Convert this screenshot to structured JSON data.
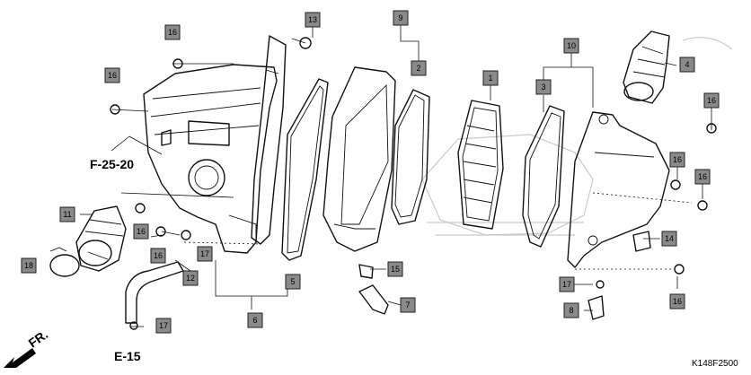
{
  "diagram": {
    "code": "K148F2500",
    "refs": {
      "f25": "F-25-20",
      "e15": "E-15",
      "fr": "FR."
    },
    "callouts": [
      {
        "id": "c13",
        "n": "13"
      },
      {
        "id": "c9",
        "n": "9"
      },
      {
        "id": "c10",
        "n": "10"
      },
      {
        "id": "c16a",
        "n": "16"
      },
      {
        "id": "c16b",
        "n": "16"
      },
      {
        "id": "c1",
        "n": "1"
      },
      {
        "id": "c2",
        "n": "2"
      },
      {
        "id": "c3",
        "n": "3"
      },
      {
        "id": "c4",
        "n": "4"
      },
      {
        "id": "c16c",
        "n": "16"
      },
      {
        "id": "c16d",
        "n": "16"
      },
      {
        "id": "c16e",
        "n": "16"
      },
      {
        "id": "c11",
        "n": "11"
      },
      {
        "id": "c16f",
        "n": "16"
      },
      {
        "id": "c17a",
        "n": "17"
      },
      {
        "id": "c16g",
        "n": "16"
      },
      {
        "id": "c18",
        "n": "18"
      },
      {
        "id": "c12",
        "n": "12"
      },
      {
        "id": "c17b",
        "n": "17"
      },
      {
        "id": "c5",
        "n": "5"
      },
      {
        "id": "c6",
        "n": "6"
      },
      {
        "id": "c15",
        "n": "15"
      },
      {
        "id": "c7",
        "n": "7"
      },
      {
        "id": "c14",
        "n": "14"
      },
      {
        "id": "c17c",
        "n": "17"
      },
      {
        "id": "c16h",
        "n": "16"
      },
      {
        "id": "c8",
        "n": "8"
      }
    ]
  }
}
